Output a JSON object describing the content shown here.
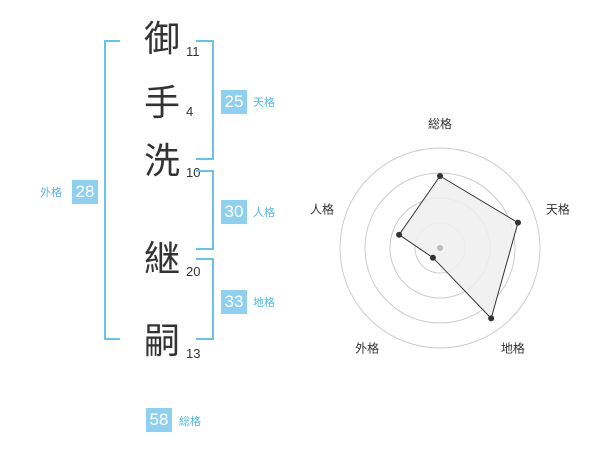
{
  "name": {
    "chars": [
      {
        "char": "御",
        "strokes": "11"
      },
      {
        "char": "手",
        "strokes": "4"
      },
      {
        "char": "洗",
        "strokes": "10"
      },
      {
        "char": "継",
        "strokes": "20"
      },
      {
        "char": "嗣",
        "strokes": "13"
      }
    ]
  },
  "fortunes": {
    "tenkaku": {
      "value": "25",
      "label": "天格"
    },
    "jinkaku": {
      "value": "30",
      "label": "人格"
    },
    "chikaku": {
      "value": "33",
      "label": "地格"
    },
    "gaikaku": {
      "value": "28",
      "label": "外格"
    },
    "soukaku": {
      "value": "58",
      "label": "総格"
    }
  },
  "chart_data": {
    "type": "radar",
    "axes": [
      "総格",
      "天格",
      "地格",
      "外格",
      "人格"
    ],
    "values": [
      0.72,
      0.82,
      0.87,
      0.12,
      0.43
    ],
    "range": [
      0,
      1
    ],
    "rings": 4,
    "colors": {
      "fill": "#eeeeee",
      "line": "#333333",
      "ring": "#cccccc",
      "center": "#bbbbbb"
    }
  }
}
